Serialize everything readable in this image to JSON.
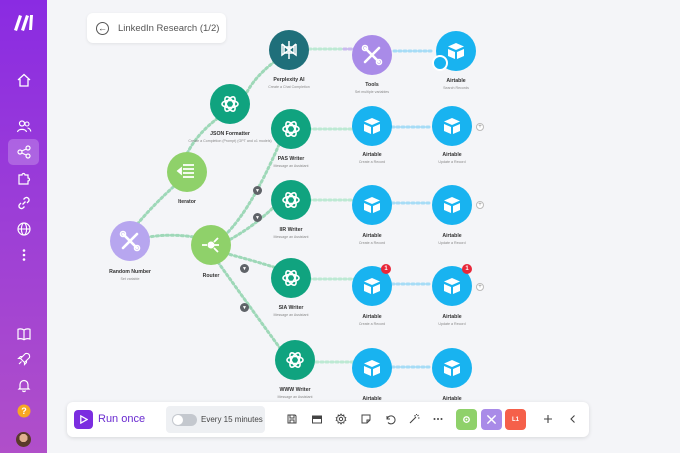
{
  "header": {
    "title": "LinkedIn Research (1/2)"
  },
  "colors": {
    "sidebar_top": "#8a2be2",
    "openai": "#10a37f",
    "airtable": "#18b3f0",
    "tools": "#a98be8",
    "iterator": "#8fd16a",
    "router": "#8fd16a",
    "random": "#b7a6ef",
    "perplexity": "#1f6f7a",
    "run": "#7b2de0"
  },
  "sidebar": {
    "items": [
      {
        "icon": "home-icon"
      },
      {
        "icon": "team-icon"
      },
      {
        "icon": "share-icon",
        "active": true
      },
      {
        "icon": "puzzle-icon"
      },
      {
        "icon": "link-icon"
      },
      {
        "icon": "globe-icon"
      },
      {
        "icon": "more-vertical-icon"
      },
      {
        "icon": "book-icon"
      },
      {
        "icon": "rocket-icon"
      },
      {
        "icon": "bell-icon"
      },
      {
        "icon": "help-icon"
      }
    ]
  },
  "nodes": {
    "random": {
      "label": "Random Number",
      "sub": "Set variable"
    },
    "iterator": {
      "label": "Iterator",
      "sub": ""
    },
    "router": {
      "label": "Router",
      "sub": ""
    },
    "json": {
      "label": "JSON Formatter",
      "sub": "Create a Completion (Prompt) (GPT and o1 models)"
    },
    "perplexity": {
      "label": "Perplexity AI",
      "sub": "Create a Chat Completion"
    },
    "tools": {
      "label": "Tools",
      "sub": "Set multiple variables"
    },
    "airtable_search": {
      "label": "Airtable",
      "sub": "Search Records"
    },
    "pas": {
      "label": "PAS Writer",
      "sub": "Message an Assistant"
    },
    "pas_a1": {
      "label": "Airtable",
      "sub": "Create a Record"
    },
    "pas_a2": {
      "label": "Airtable",
      "sub": "Update a Record"
    },
    "iir": {
      "label": "IIR Writer",
      "sub": "Message an Assistant"
    },
    "iir_a1": {
      "label": "Airtable",
      "sub": "Create a Record"
    },
    "iir_a2": {
      "label": "Airtable",
      "sub": "Update a Record"
    },
    "sia": {
      "label": "SIA Writer",
      "sub": "Message an Assistant"
    },
    "sia_a1": {
      "label": "Airtable",
      "sub": "Create a Record"
    },
    "sia_a2": {
      "label": "Airtable",
      "sub": "Update a Record"
    },
    "www": {
      "label": "WWW Writer",
      "sub": "Message an Assistant"
    },
    "www_a1": {
      "label": "Airtable",
      "sub": ""
    },
    "www_a2": {
      "label": "Airtable",
      "sub": ""
    }
  },
  "badges": {
    "sia_a1": "1",
    "sia_a2": "1"
  },
  "toolbar": {
    "run_label": "Run once",
    "schedule_label": "Every 15 minutes",
    "square3_label": "L1"
  }
}
